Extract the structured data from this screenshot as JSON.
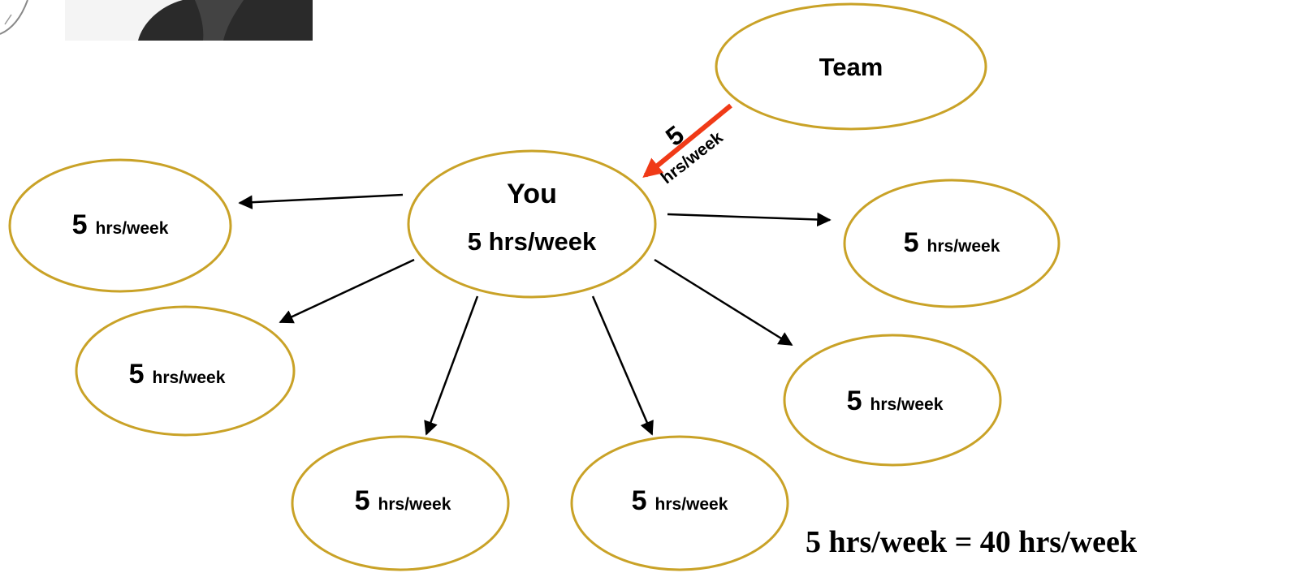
{
  "team": {
    "label": "Team"
  },
  "you": {
    "label": "You",
    "hours": "5 hrs/week"
  },
  "team_link": {
    "number": "5",
    "unit": "hrs/week"
  },
  "members": [
    {
      "number": "5",
      "unit": "hrs/week"
    },
    {
      "number": "5",
      "unit": "hrs/week"
    },
    {
      "number": "5",
      "unit": "hrs/week"
    },
    {
      "number": "5",
      "unit": "hrs/week"
    },
    {
      "number": "5",
      "unit": "hrs/week"
    },
    {
      "number": "5",
      "unit": "hrs/week"
    }
  ],
  "equation": "5 hrs/week = 40 hrs/week",
  "colors": {
    "ellipse_outline": "#C9A227",
    "team_arrow": "#F03A17",
    "arrows": "#000000"
  }
}
